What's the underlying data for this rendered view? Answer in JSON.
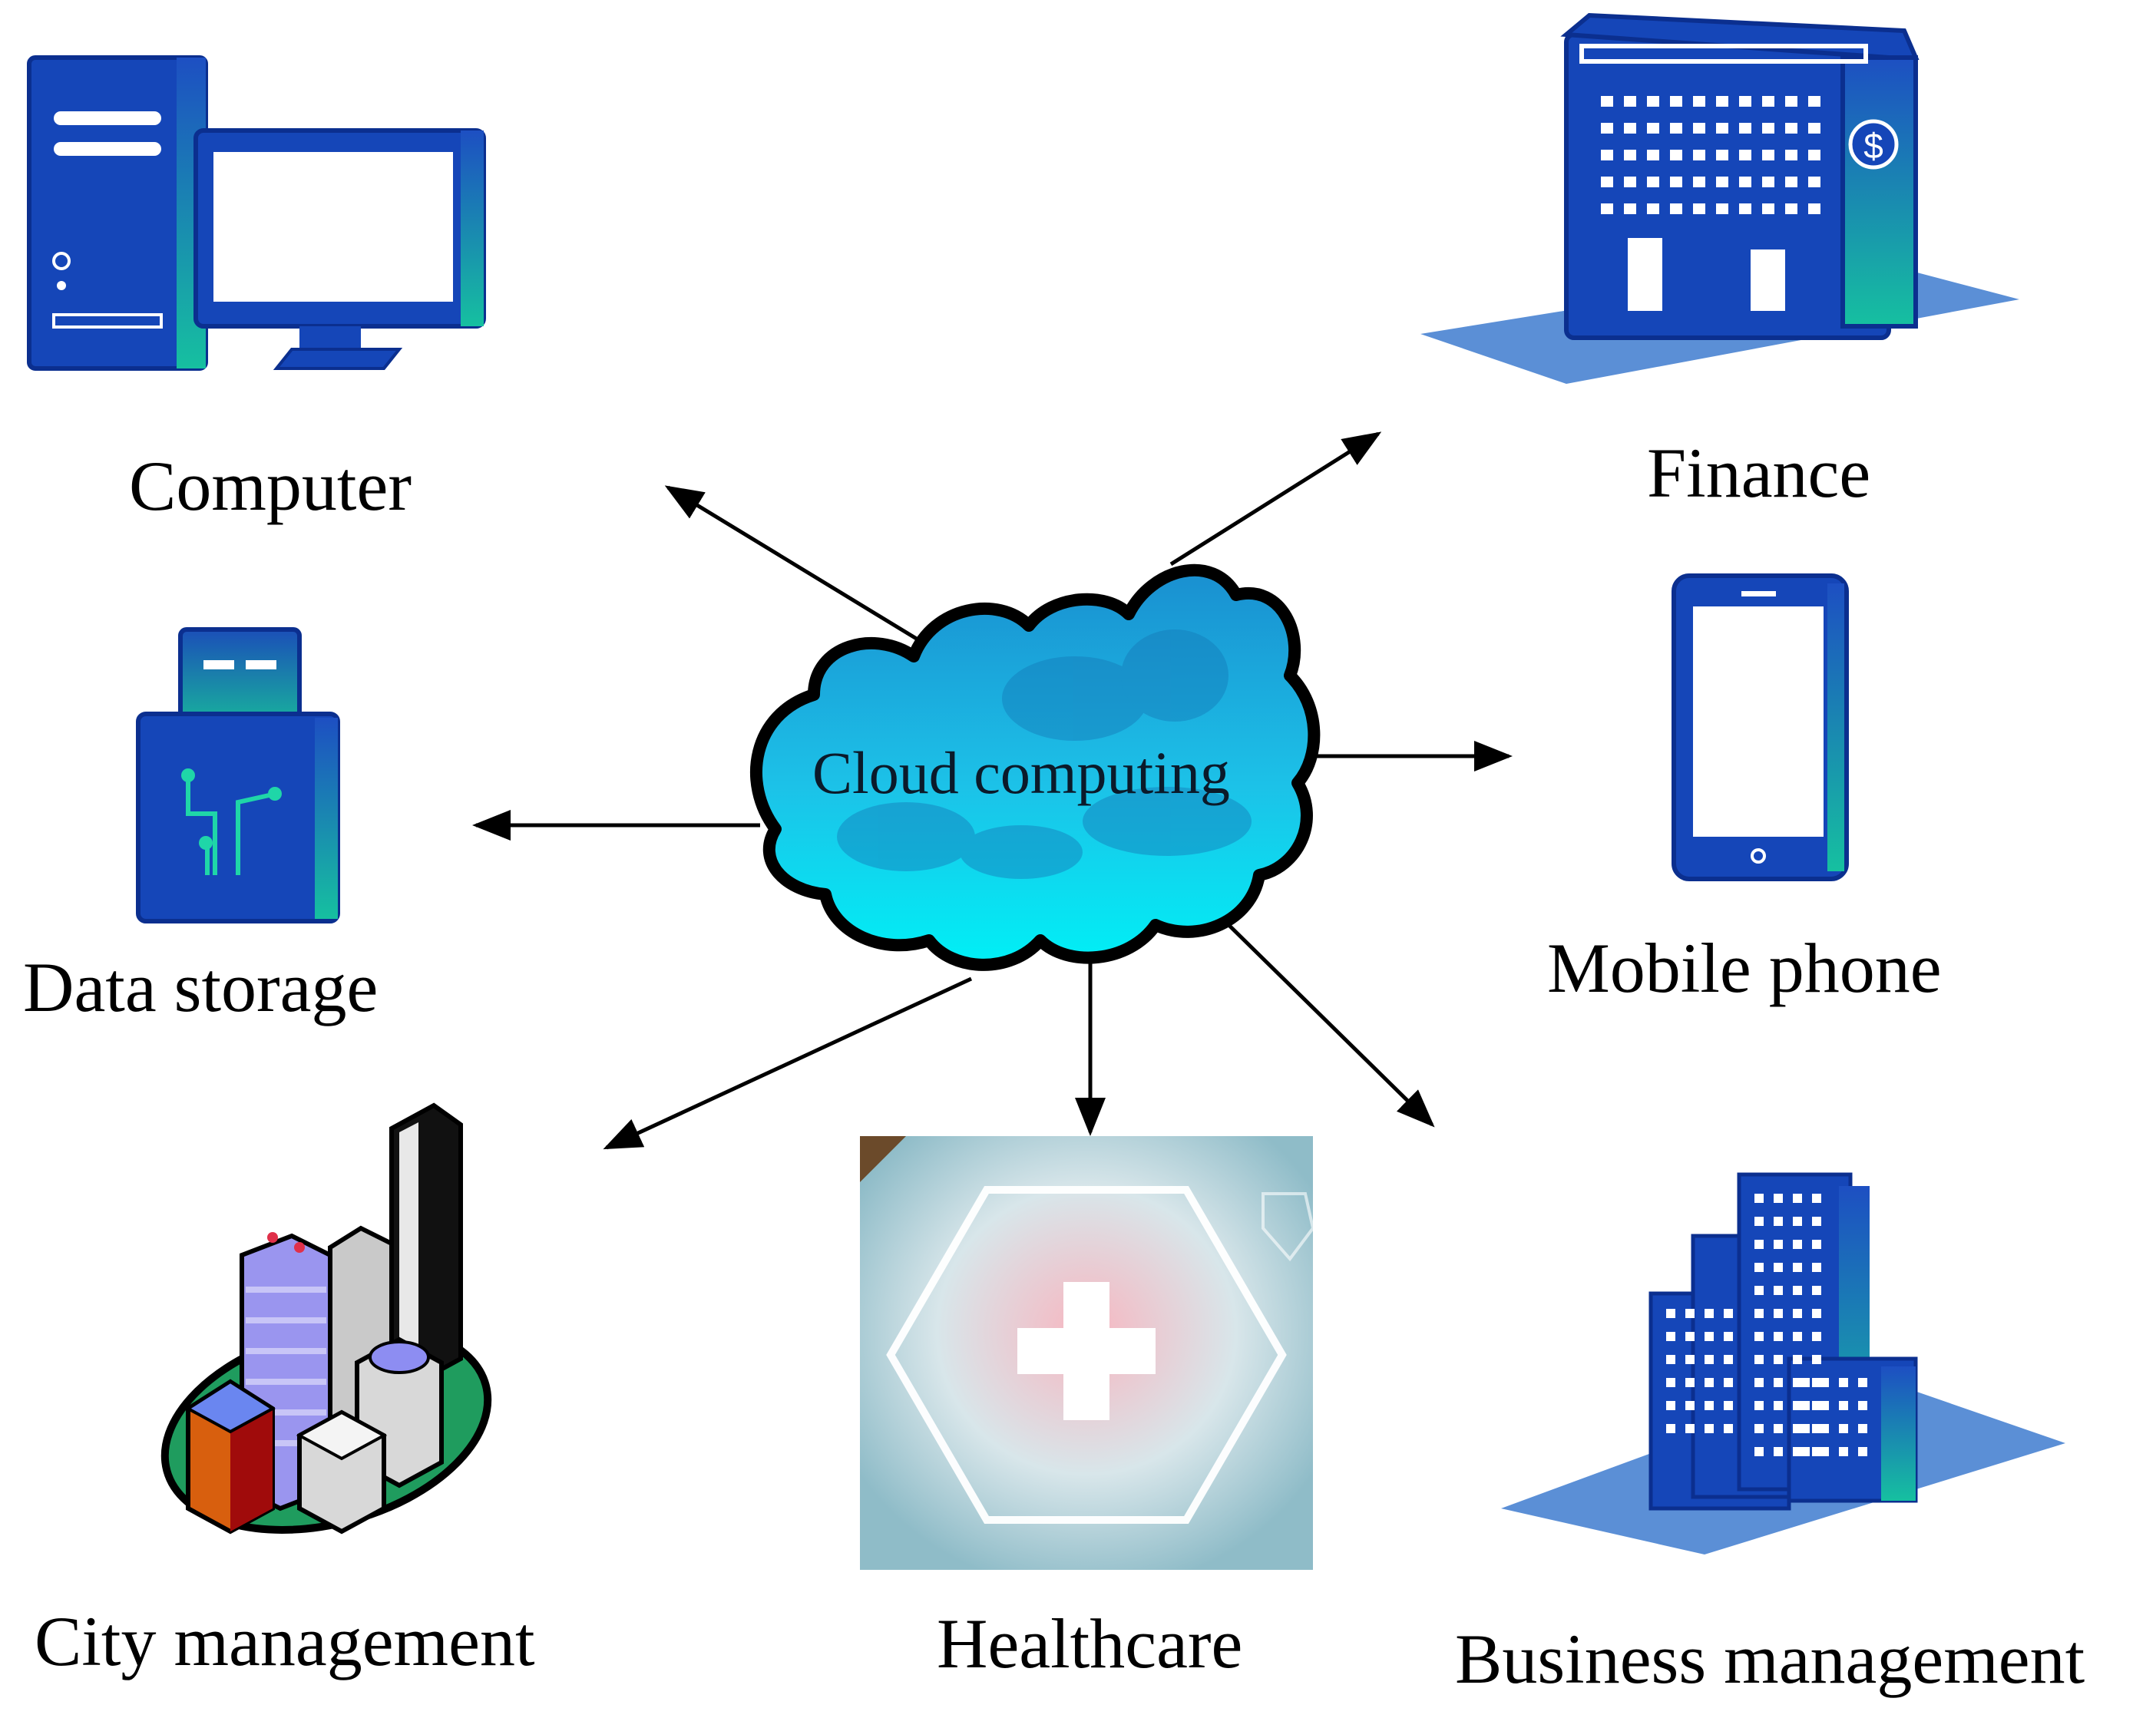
{
  "center": {
    "label": "Cloud computing"
  },
  "nodes": [
    {
      "id": "computer",
      "label": "Computer",
      "icon": "desktop-computer-icon"
    },
    {
      "id": "finance",
      "label": "Finance",
      "icon": "bank-building-icon"
    },
    {
      "id": "data_storage",
      "label": "Data storage",
      "icon": "usb-drive-icon"
    },
    {
      "id": "mobile_phone",
      "label": "Mobile phone",
      "icon": "smartphone-icon"
    },
    {
      "id": "city_management",
      "label": "City management",
      "icon": "city-buildings-icon"
    },
    {
      "id": "healthcare",
      "label": "Healthcare",
      "icon": "medical-cross-icon"
    },
    {
      "id": "business_management",
      "label": "Business management",
      "icon": "office-tower-icon"
    }
  ],
  "colors": {
    "icon_blue": "#1546b8",
    "icon_dark_blue": "#0b2f8f",
    "icon_teal": "#1fb59a",
    "cloud_cyan": "#27d6ee",
    "platform_blue": "#5b8fd6",
    "arrow": "#000000"
  }
}
